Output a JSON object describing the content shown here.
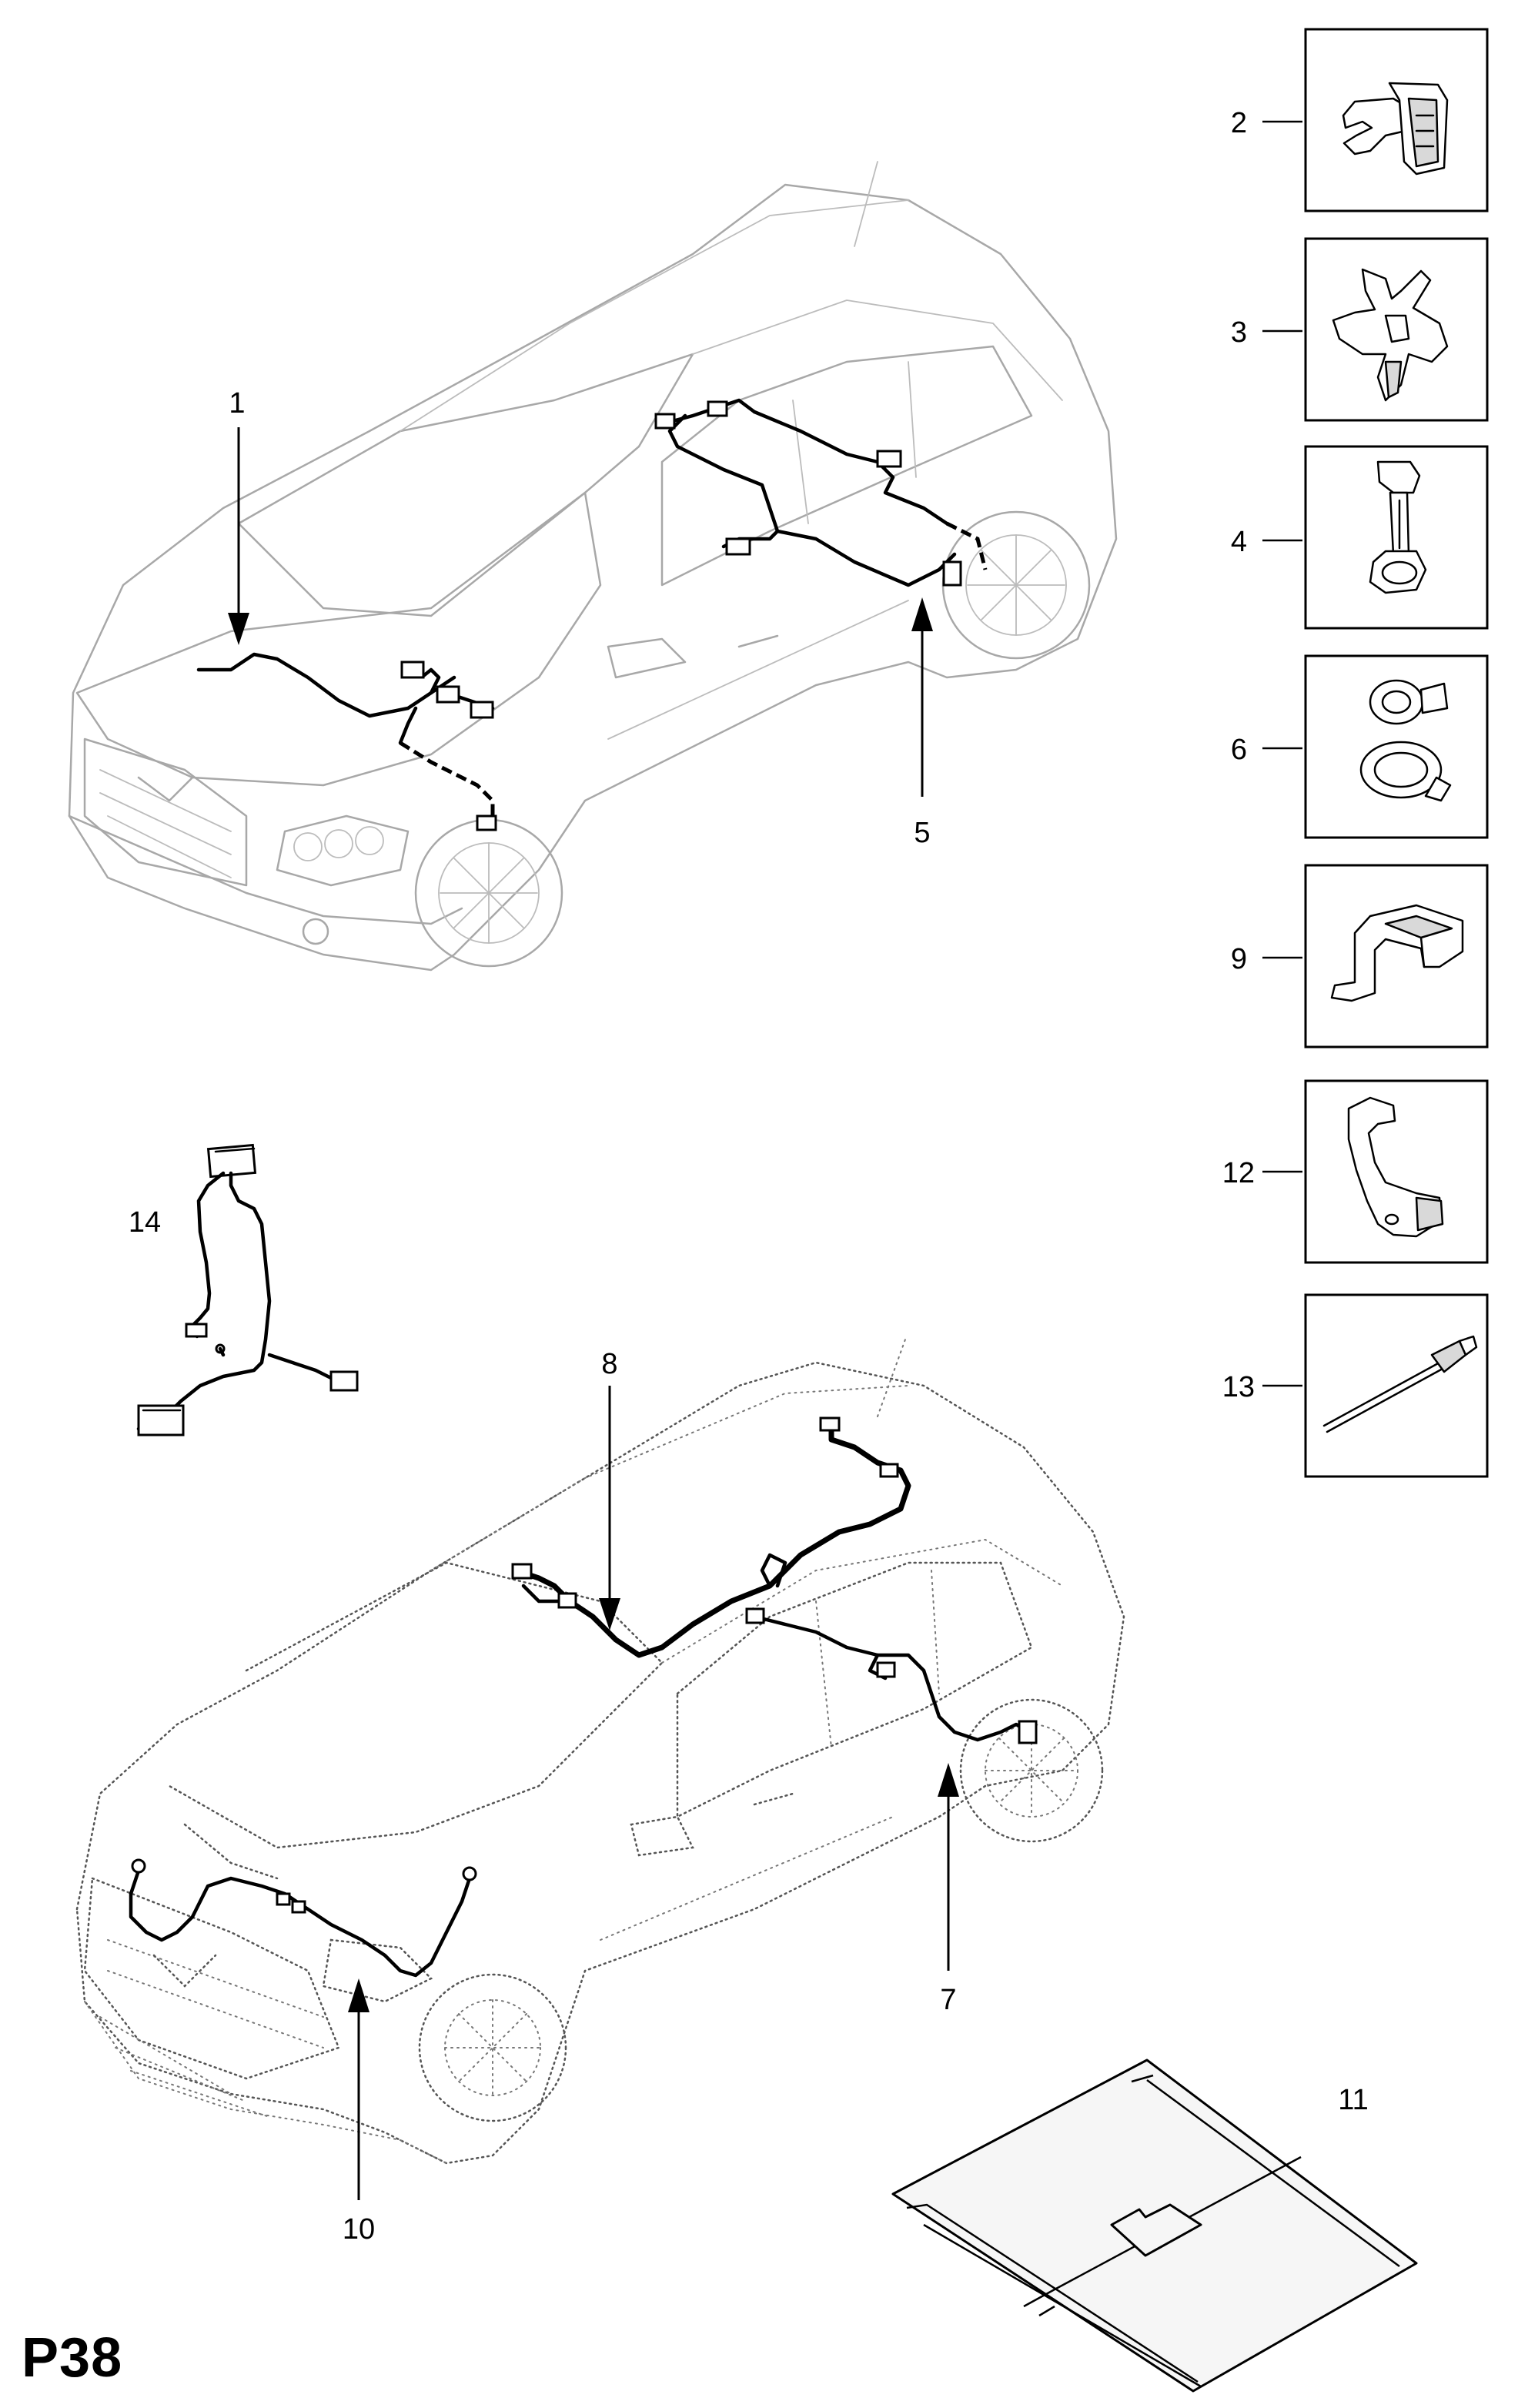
{
  "page_code": "P38",
  "callouts": {
    "c1": "1",
    "c2": "2",
    "c3": "3",
    "c4": "4",
    "c5": "5",
    "c6": "6",
    "c7": "7",
    "c8": "8",
    "c9": "9",
    "c10": "10",
    "c11": "11",
    "c12": "12",
    "c13": "13",
    "c14": "14"
  },
  "colors": {
    "line": "#000000",
    "ghost_outline": "#a8a8a8",
    "background": "#ffffff"
  }
}
